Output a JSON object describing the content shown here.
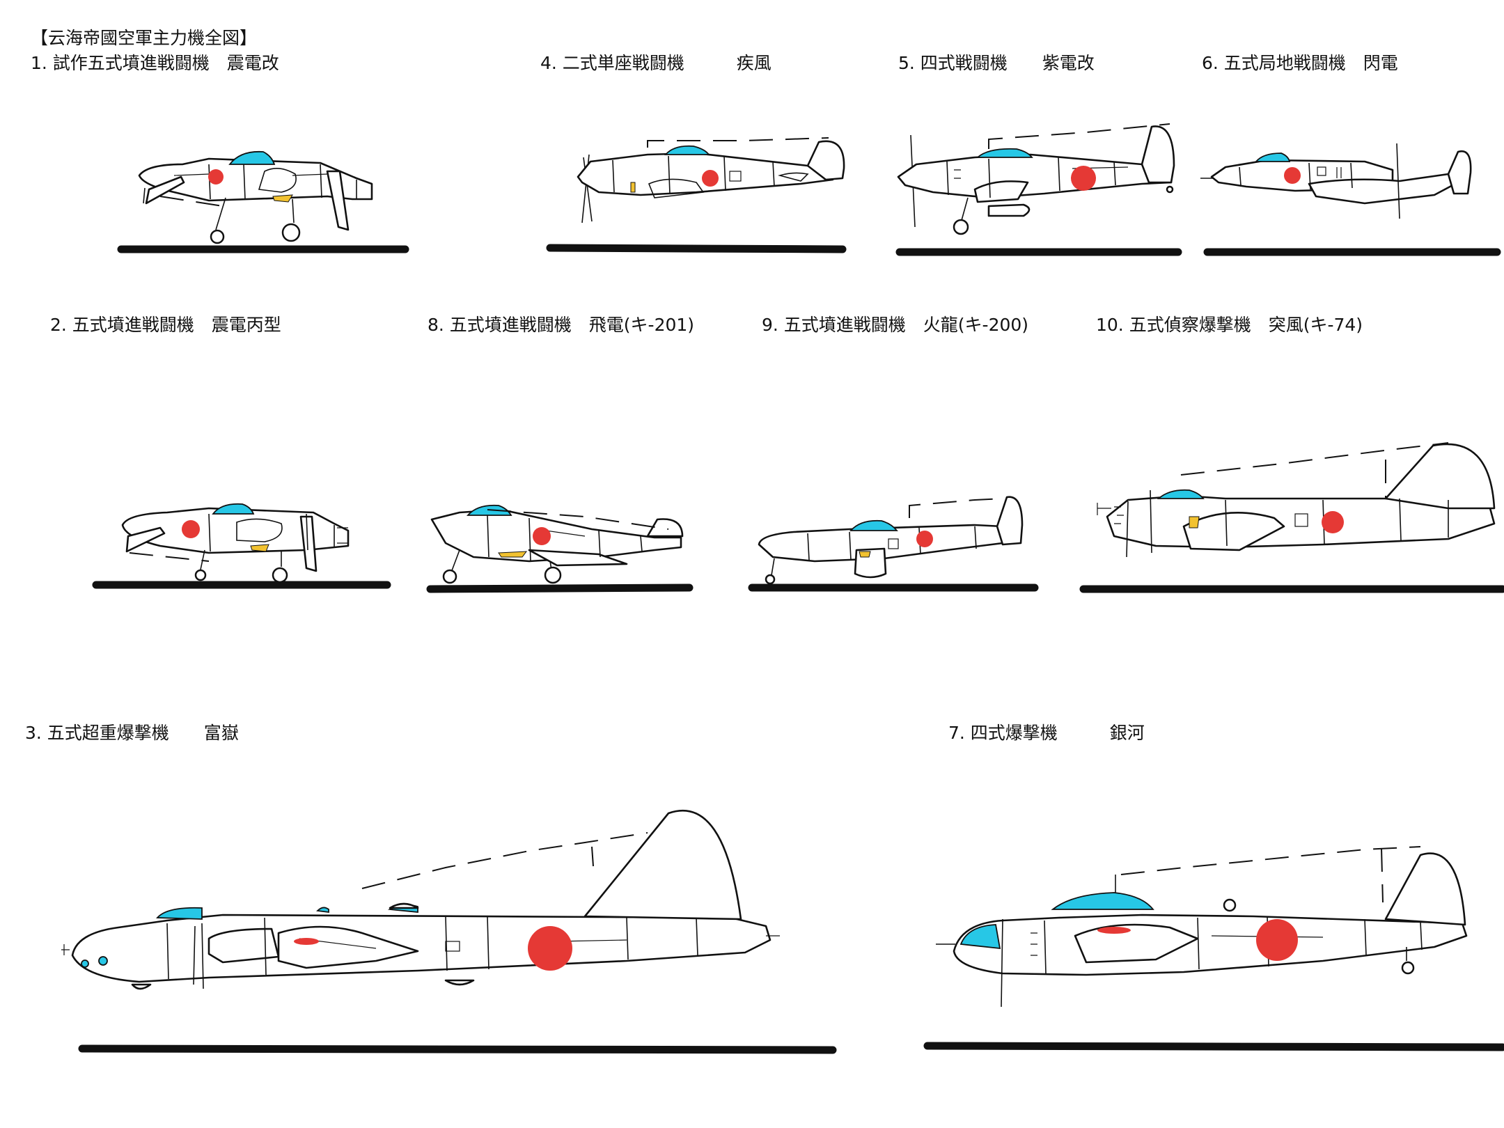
{
  "header": {
    "title": "【云海帝國空軍主力機全図】"
  },
  "aircraft": [
    {
      "label": "1. 試作五式墳進戦闘機　震電改"
    },
    {
      "label": "4. 二式単座戦闘機　　　疾風"
    },
    {
      "label": "5. 四式戦闘機　　紫電改"
    },
    {
      "label": "6. 五式局地戦闘機　閃電"
    },
    {
      "label": "2. 五式墳進戦闘機　震電丙型"
    },
    {
      "label": "8. 五式墳進戦闘機　飛電(キ-201)"
    },
    {
      "label": "9. 五式墳進戦闘機　火龍(キ-200)"
    },
    {
      "label": "10. 五式偵察爆撃機　突風(キ-74)"
    },
    {
      "label": "3. 五式超重爆撃機　　富嶽"
    },
    {
      "label": "7. 四式爆撃機　　　銀河"
    }
  ],
  "colors": {
    "canopy_glass": "#27c7e6",
    "roundel": "#e53935",
    "accent_yellow": "#f2c230",
    "ground_line": "#111111"
  }
}
